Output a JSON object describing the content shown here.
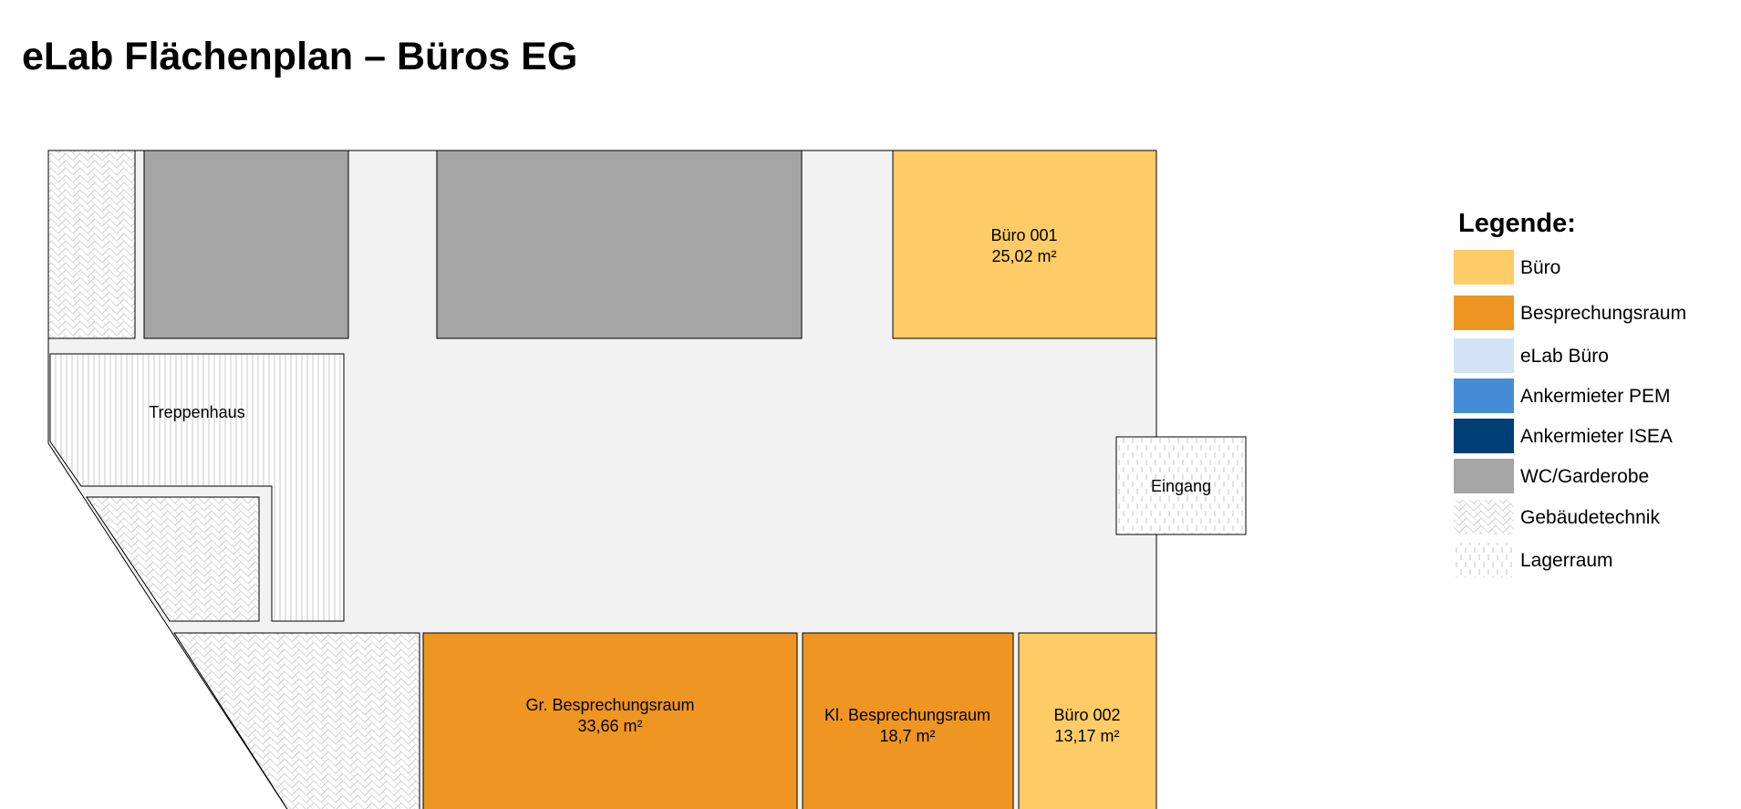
{
  "title": "eLab Flächenplan – Büros EG",
  "colors": {
    "corridor": "#f2f2f2",
    "buero": "#fecc66",
    "besprechungsraum": "#ee9621",
    "elab_buero": "#d2e3f5",
    "ankermieter_pem": "#448dd6",
    "ankermieter_isea": "#003e78",
    "wc_garderobe": "#a5a5a5",
    "outline": "#000000"
  },
  "rooms": {
    "buero_001": {
      "name": "Büro 001",
      "area": "25,02 m²"
    },
    "buero_002": {
      "name": "Büro 002",
      "area": "13,17 m²"
    },
    "gr_besprechungsraum": {
      "name": "Gr. Besprechungsraum",
      "area": "33,66 m²"
    },
    "kl_besprechungsraum": {
      "name": "Kl. Besprechungsraum",
      "area": "18,7 m²"
    },
    "treppenhaus": {
      "name": "Treppenhaus"
    },
    "eingang": {
      "name": "Eingang"
    }
  },
  "legend": {
    "title": "Legende:",
    "items": [
      {
        "label": "Büro",
        "pattern": "solid",
        "color": "#fecc66"
      },
      {
        "label": "Besprechungsraum",
        "pattern": "solid",
        "color": "#ee9621"
      },
      {
        "label": "eLab Büro",
        "pattern": "solid",
        "color": "#d2e3f5"
      },
      {
        "label": "Ankermieter PEM",
        "pattern": "solid",
        "color": "#448dd6"
      },
      {
        "label": "Ankermieter ISEA",
        "pattern": "solid",
        "color": "#003e78"
      },
      {
        "label": "WC/Garderobe",
        "pattern": "solid",
        "color": "#a5a5a5"
      },
      {
        "label": "Gebäudetechnik",
        "pattern": "diagonal-brick-hatch"
      },
      {
        "label": "Lagerraum",
        "pattern": "dashed-vertical-hatch"
      }
    ]
  }
}
